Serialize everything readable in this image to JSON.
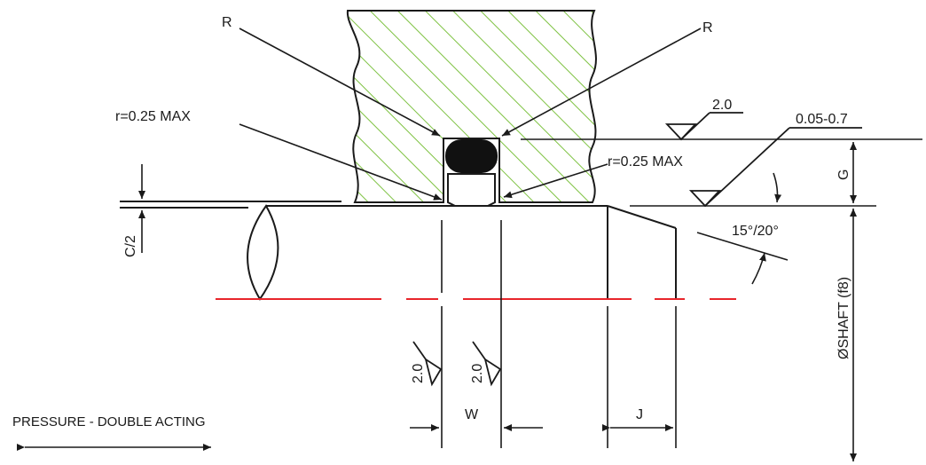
{
  "labels": {
    "radius_left": "R",
    "radius_right": "R",
    "corner_radius_left": "r=0.25 MAX",
    "corner_radius_right": "r=0.25 MAX",
    "surface_finish_top": "2.0",
    "surface_finish_groove_left": "2.0",
    "surface_finish_groove_right": "2.0",
    "surface_finish_shaft": "0.05-0.7",
    "groove_depth": "G",
    "chamfer_angle": "15°/20°",
    "clearance": "C/2",
    "shaft_diameter": "ØSHAFT (f8)",
    "groove_width": "W",
    "chamfer_length": "J",
    "pressure_note": "PRESSURE - DOUBLE ACTING"
  },
  "colors": {
    "line": "#1a1a1a",
    "hatch": "#7ec242",
    "centerline": "#e8262b",
    "seal": "#111111"
  }
}
